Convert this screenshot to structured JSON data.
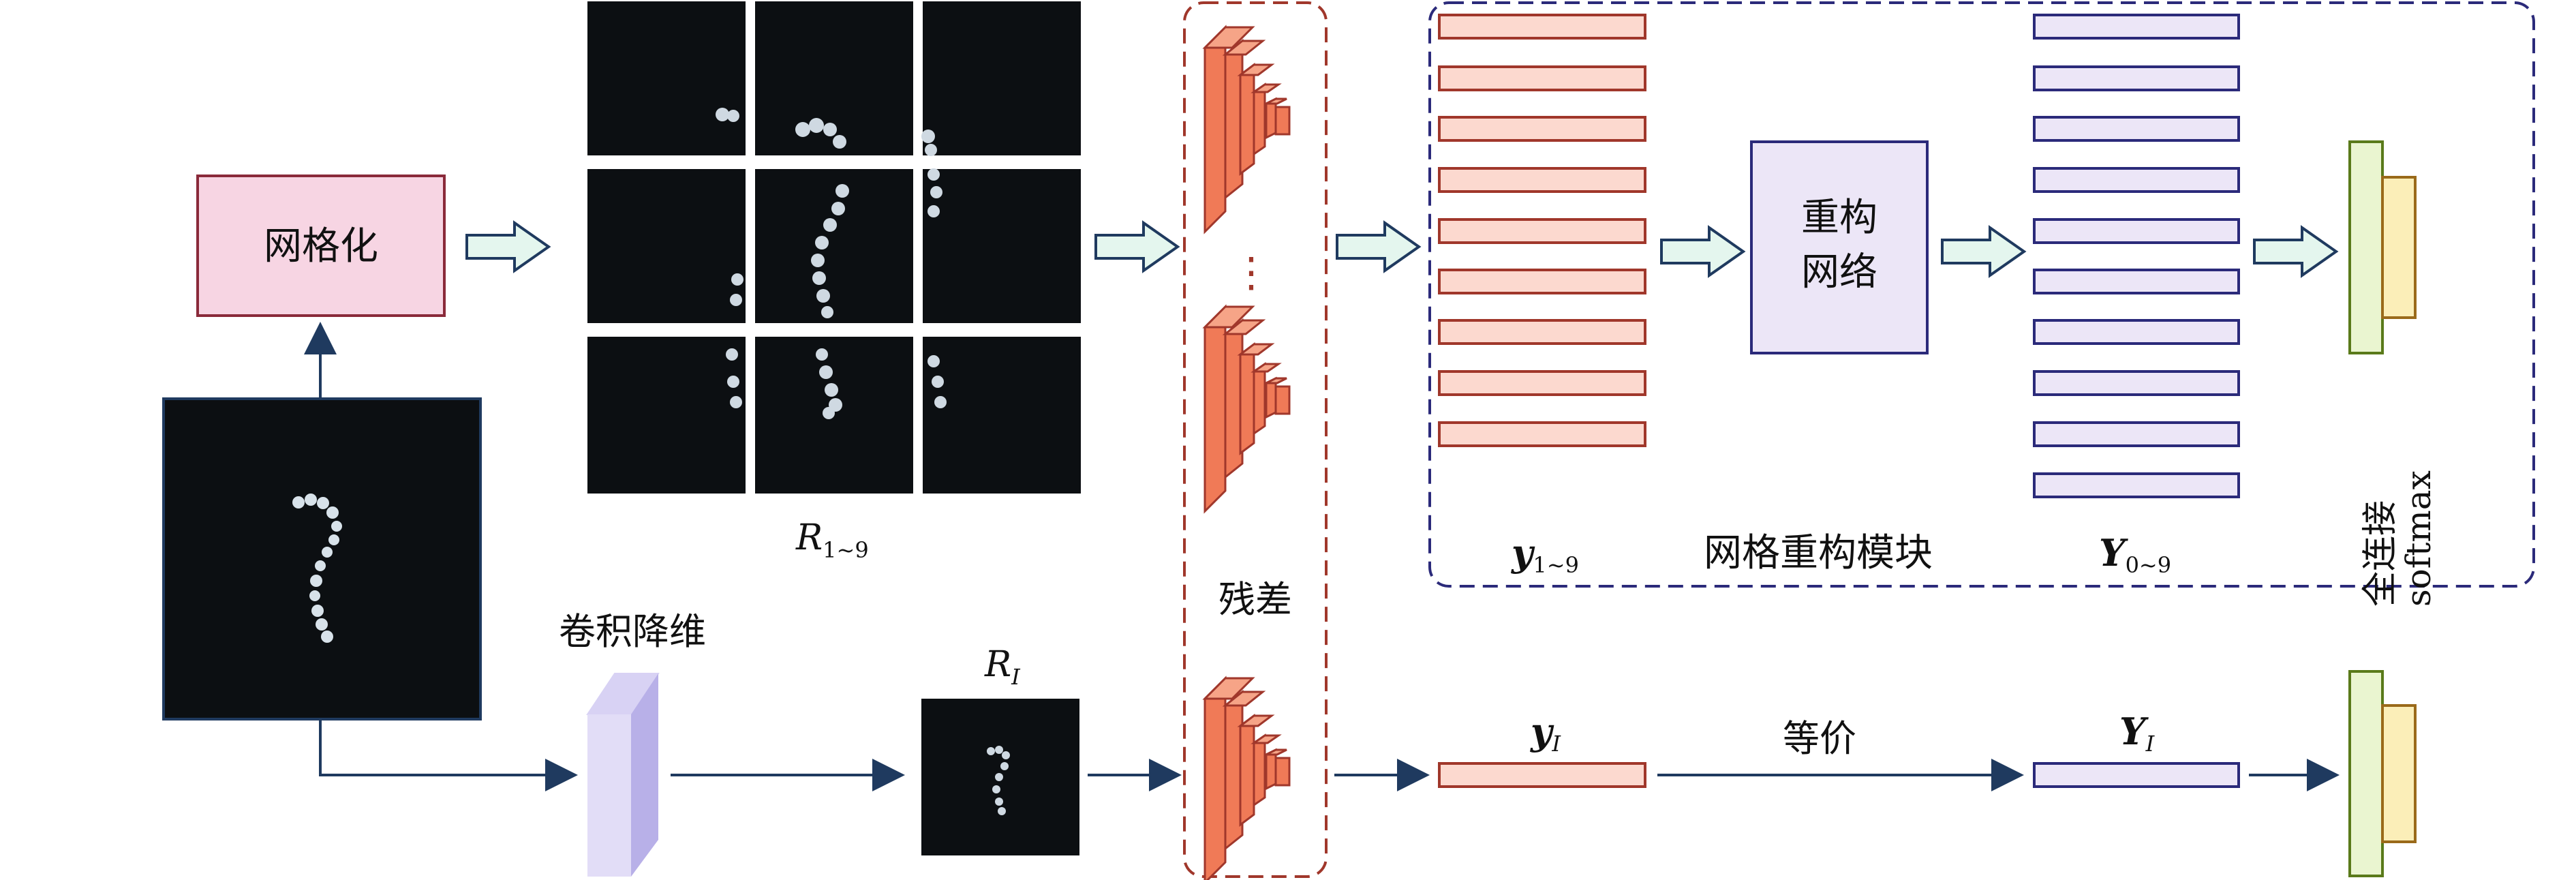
{
  "labels": {
    "grid_box": "网格化",
    "grid_crops_label": "R",
    "grid_crops_label_sub": "1~9",
    "conv_reduce": "卷积降维",
    "reduced_image_label": "R",
    "reduced_image_label_sub": "I",
    "residual": "残差",
    "ellipsis": "⋮",
    "recon_net_line1": "重构",
    "recon_net_line2": "网络",
    "y_group_label": "y",
    "y_group_label_sub": "1~9",
    "module_title": "网格重构模块",
    "Y_group_label": "Y",
    "Y_group_label_sub": "0~9",
    "fc_softmax_line1": "全连接",
    "fc_softmax_line2": "softmax",
    "yI_label": "y",
    "yI_label_sub": "I",
    "equivalent": "等价",
    "YI_label": "Y",
    "YI_label_sub": "I"
  },
  "colors": {
    "navy": "#1f3a5f",
    "grid_box_fill": "#f7d5e3",
    "grid_box_stroke": "#8a2a3a",
    "arrow_fill": "#e4f6ee",
    "arrow_stroke": "#1f3a5f",
    "residual_dash": "#a0372b",
    "module_dash": "#2b2a7a",
    "y_bar_fill": "#fcd9cf",
    "y_bar_stroke": "#a0372b",
    "Y_bar_fill": "#ece6f7",
    "Y_bar_stroke": "#2b2a7a",
    "recon_fill": "#ece6f7",
    "conv_block": "#f07a57",
    "conv_block_stroke": "#a0372b",
    "fc_green_fill": "#eaf5d0",
    "fc_green_stroke": "#5a7a1a",
    "fc_yellow_fill": "#fbeeb8",
    "fc_yellow_stroke": "#9a6a1a",
    "reduce_fill": "#b8b0e8"
  },
  "icons": [
    "digit-seven-image",
    "grid-crop-images",
    "conv-layer-stack-icon",
    "dimension-reduction-slab-icon",
    "fully-connected-block-icon"
  ]
}
